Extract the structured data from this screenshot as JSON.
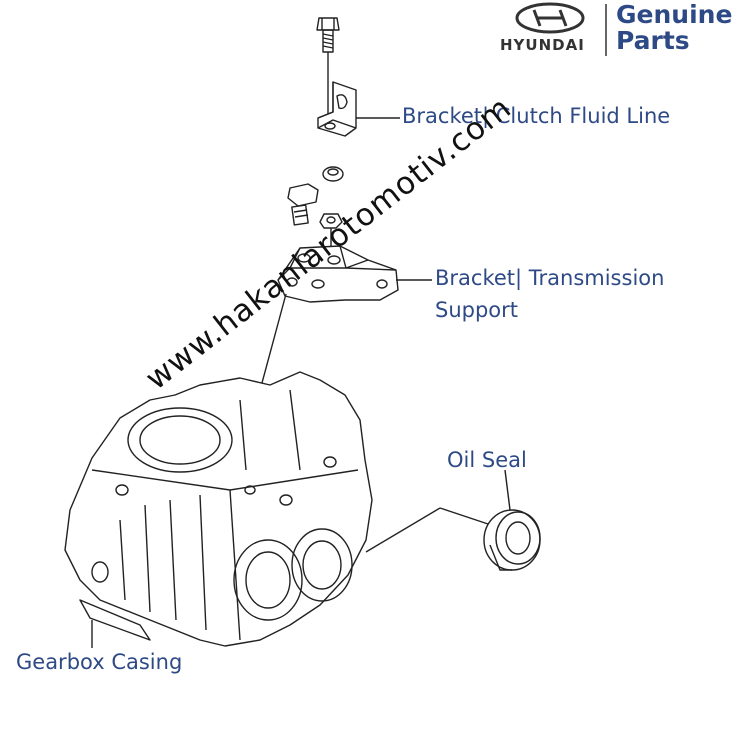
{
  "brand": {
    "name": "HYUNDAI",
    "genuine": "Genuine",
    "parts": "Parts"
  },
  "labels": {
    "clutch_bracket": "Bracket| Clutch Fluid Line",
    "transmission_bracket_line1": "Bracket| Transmission",
    "transmission_bracket_line2": "Support",
    "oil_seal": "Oil Seal",
    "gearbox_casing": "Gearbox Casing"
  },
  "watermark": "www.hakanlarotomotiv.com",
  "colors": {
    "label": "#2e4a86",
    "line": "#222222"
  }
}
